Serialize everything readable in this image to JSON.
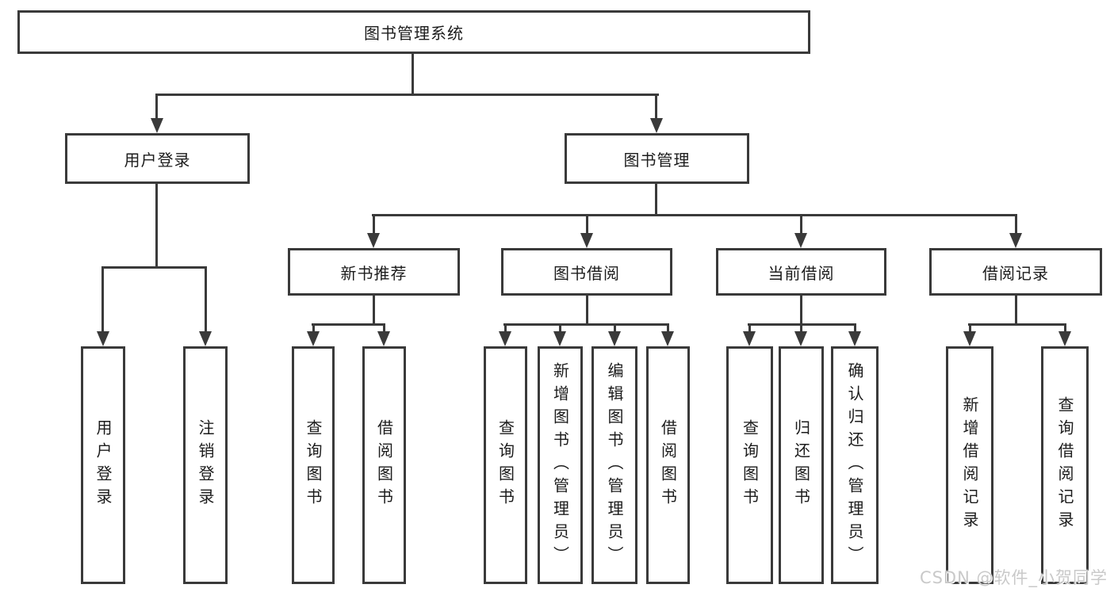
{
  "diagram": {
    "title": "图书管理系统",
    "colors": {
      "line": "#3a3a3a",
      "text": "#1c1c1c",
      "watermark": "#c9c9c9",
      "background": "#ffffff"
    },
    "nodes": {
      "root": "图书管理系统",
      "user_login": "用户登录",
      "book_mgmt": "图书管理",
      "new_book_rec": "新书推荐",
      "book_borrow": "图书借阅",
      "current_borrow": "当前借阅",
      "borrow_record": "借阅记录"
    },
    "leaves": {
      "user_login_leaf": "用户登录",
      "logout_leaf": "注销登录",
      "nbr_query": "查询图书",
      "nbr_borrow": "借阅图书",
      "bb_query": "查询图书",
      "bb_add": "新增图书（管理员）",
      "bb_edit": "编辑图书（管理员）",
      "bb_borrow": "借阅图书",
      "cb_query": "查询图书",
      "cb_return": "归还图书",
      "cb_confirm": "确认归还（管理员）",
      "br_add": "新增借阅记录",
      "br_query": "查询借阅记录"
    }
  },
  "watermark": {
    "text": "CSDN @软件_小贺同学"
  }
}
